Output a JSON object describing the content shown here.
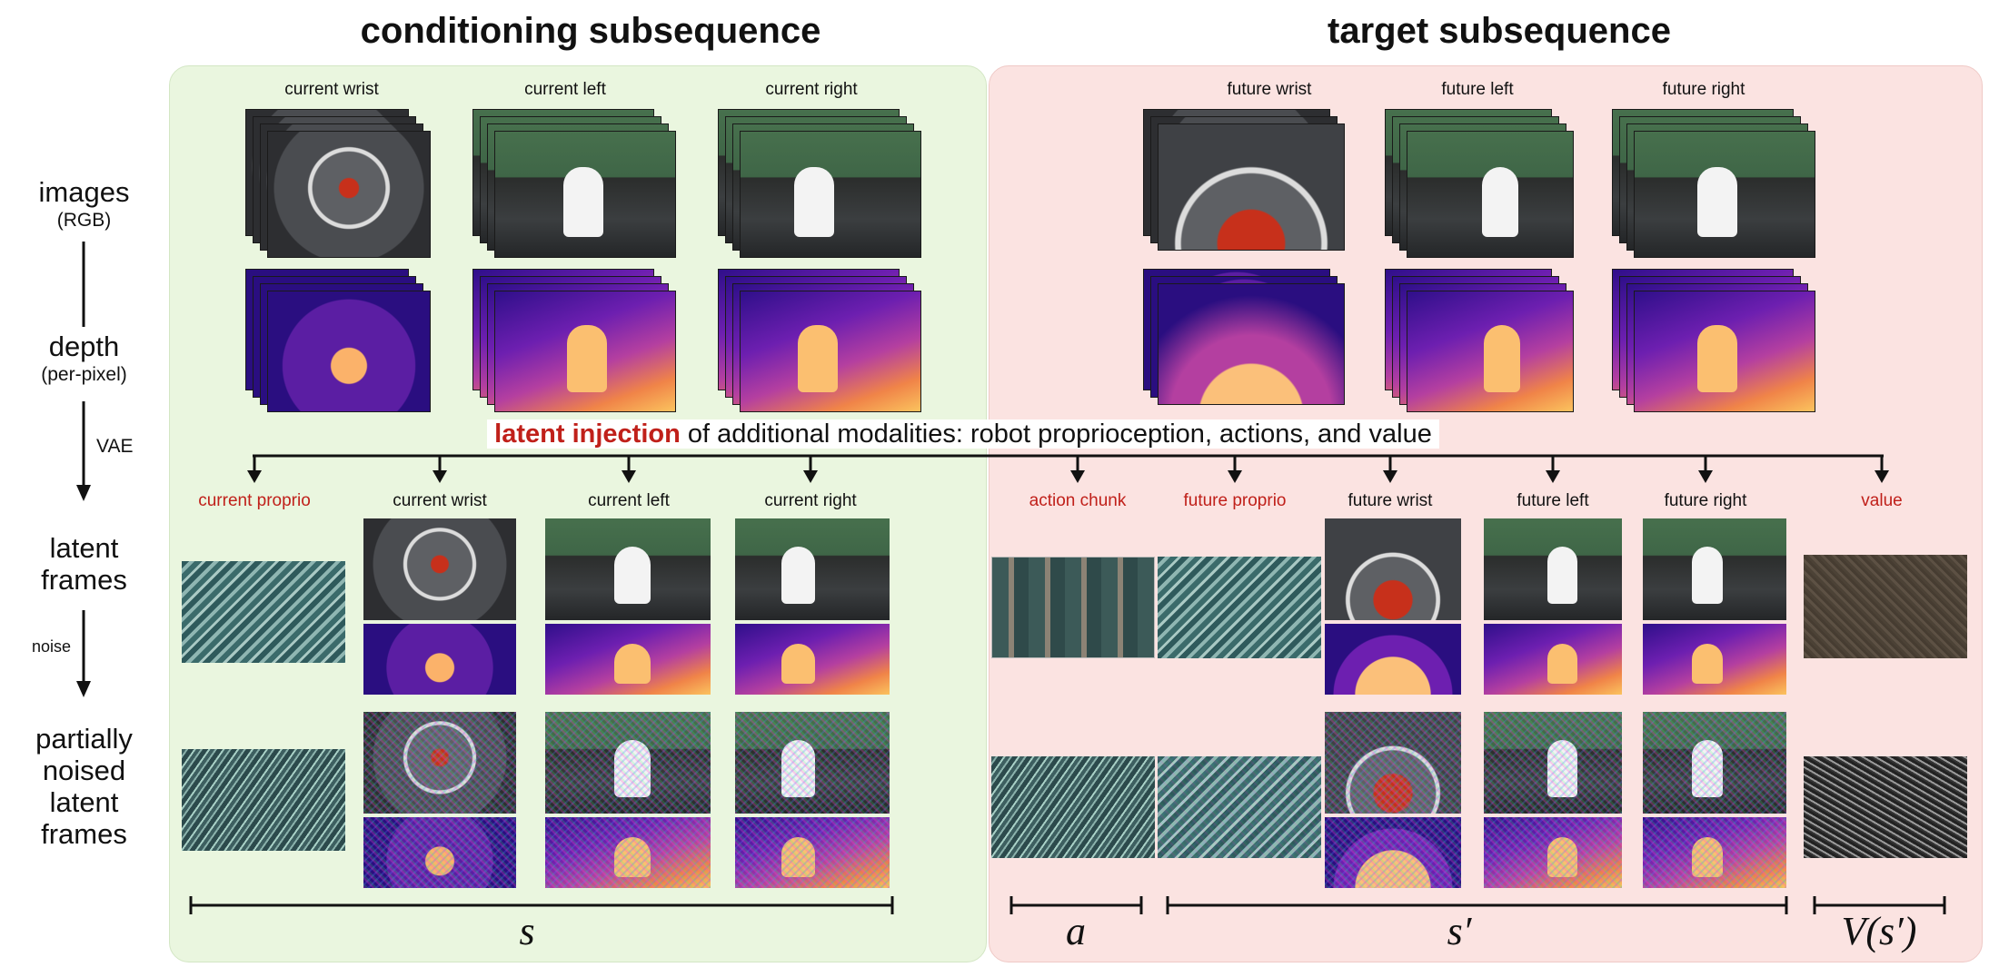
{
  "headings": {
    "conditioning": "conditioning subsequence",
    "target": "target subsequence"
  },
  "row_labels": {
    "images": "images",
    "images_sub": "(RGB)",
    "depth": "depth",
    "depth_sub": "(per-pixel)",
    "latent": "latent frames",
    "partial": "partially noised latent frames"
  },
  "steps": {
    "vae": "VAE",
    "noise": "noise"
  },
  "top_labels": {
    "current_wrist": "current wrist",
    "current_left": "current left",
    "current_right": "current right",
    "future_wrist": "future wrist",
    "future_left": "future left",
    "future_right": "future right"
  },
  "injection": {
    "highlight": "latent injection",
    "rest": " of additional modalities: robot proprioception, actions, and value"
  },
  "latent_labels": {
    "current_proprio": "current proprio",
    "current_wrist": "current wrist",
    "current_left": "current left",
    "current_right": "current right",
    "action_chunk": "action chunk",
    "future_proprio": "future proprio",
    "future_wrist": "future wrist",
    "future_left": "future left",
    "future_right": "future right",
    "value": "value"
  },
  "symbols": {
    "s": "s",
    "a": "a",
    "s_prime": "s′",
    "value": "V(s′)"
  },
  "colors": {
    "conditioning_bg": "#eaf6df",
    "target_bg": "#fbe3e1",
    "accent_red": "#c0201a"
  }
}
